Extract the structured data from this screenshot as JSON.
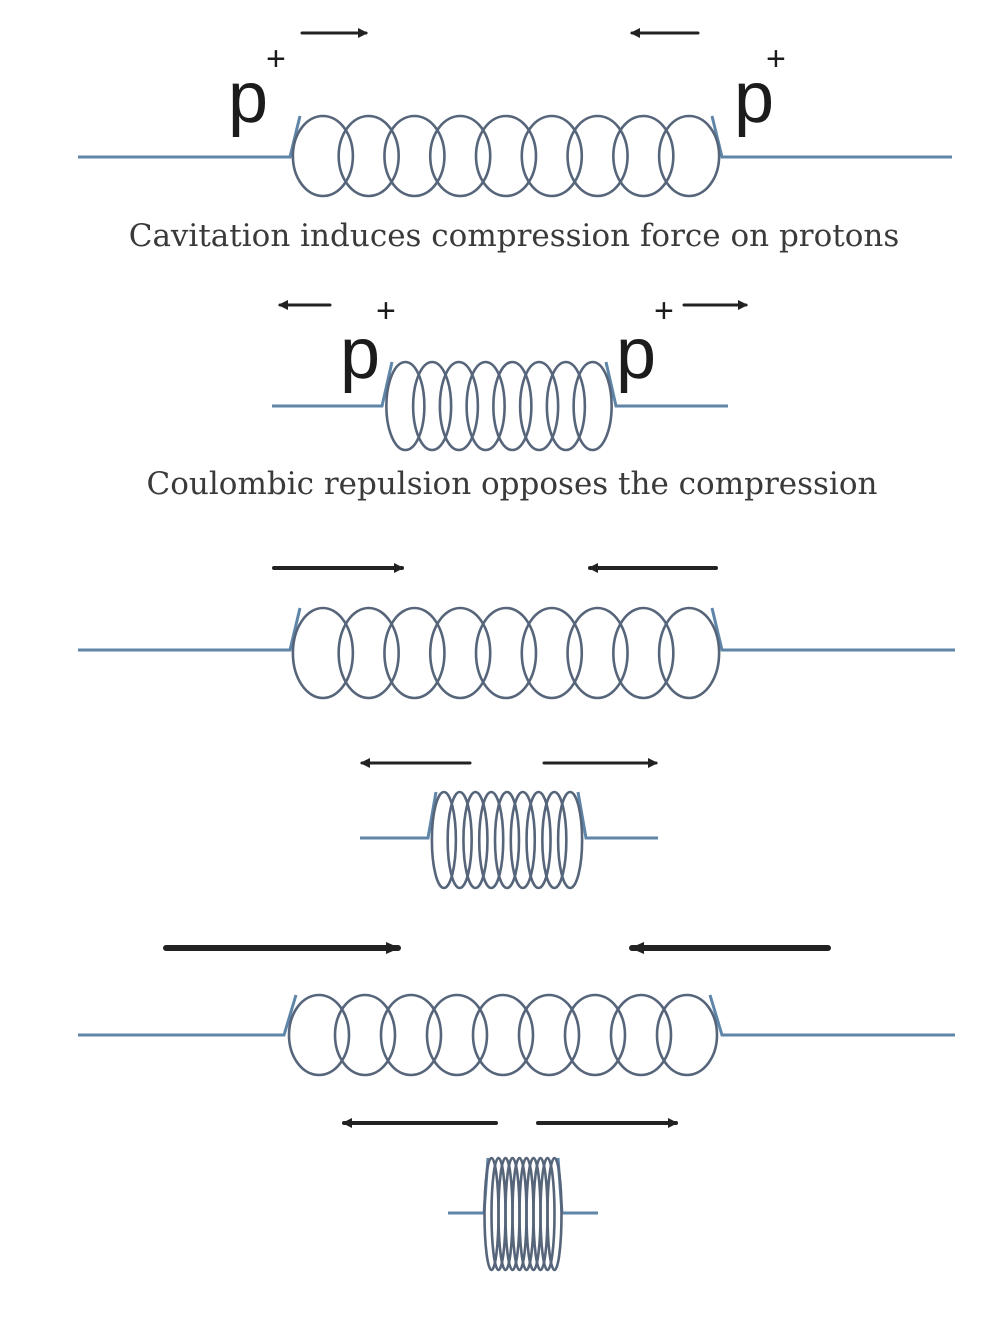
{
  "diagram": {
    "caption_1": "Cavitation induces compression force on protons",
    "caption_2": "Coulombic repulsion opposes the compression",
    "proton_label": "p",
    "proton_charge": "+",
    "colors": {
      "wire": "#5f86a8",
      "coil": "#56657a",
      "arrow": "#222222",
      "text": "#3a3a3a"
    },
    "springs": [
      {
        "name": "spring-1-relaxed",
        "state": "relaxed"
      },
      {
        "name": "spring-1-compressed",
        "state": "compressed"
      },
      {
        "name": "spring-2-relaxed",
        "state": "relaxed"
      },
      {
        "name": "spring-2-compressed",
        "state": "compressed"
      },
      {
        "name": "spring-3-relaxed",
        "state": "relaxed"
      },
      {
        "name": "spring-3-compressed",
        "state": "strongly compressed"
      }
    ]
  }
}
